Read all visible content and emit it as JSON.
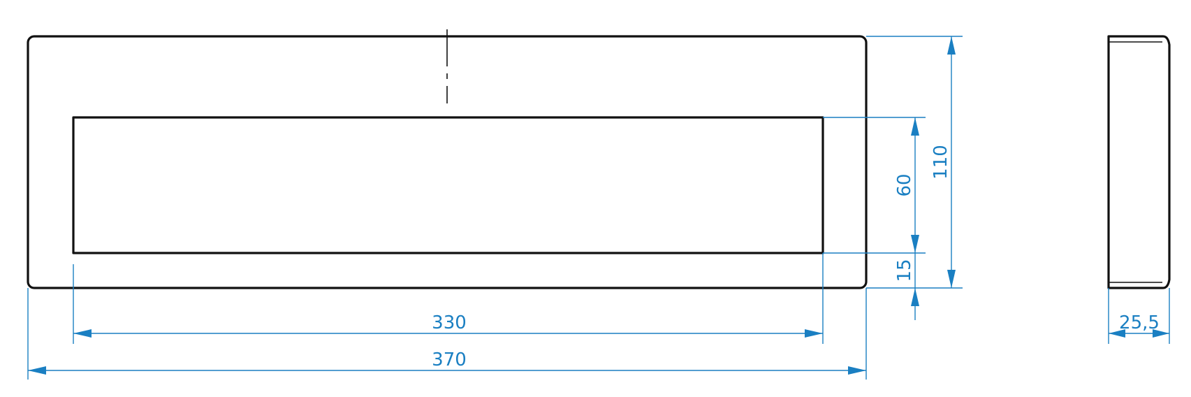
{
  "drawing": {
    "title": "",
    "colors": {
      "outline": "#111111",
      "dimension": "#1a7fc2",
      "background": "#ffffff"
    },
    "dimensions": {
      "outer_width": "370",
      "inner_width": "330",
      "outer_height": "110",
      "inner_height": "60",
      "bottom_margin": "15",
      "depth": "25,5"
    }
  }
}
